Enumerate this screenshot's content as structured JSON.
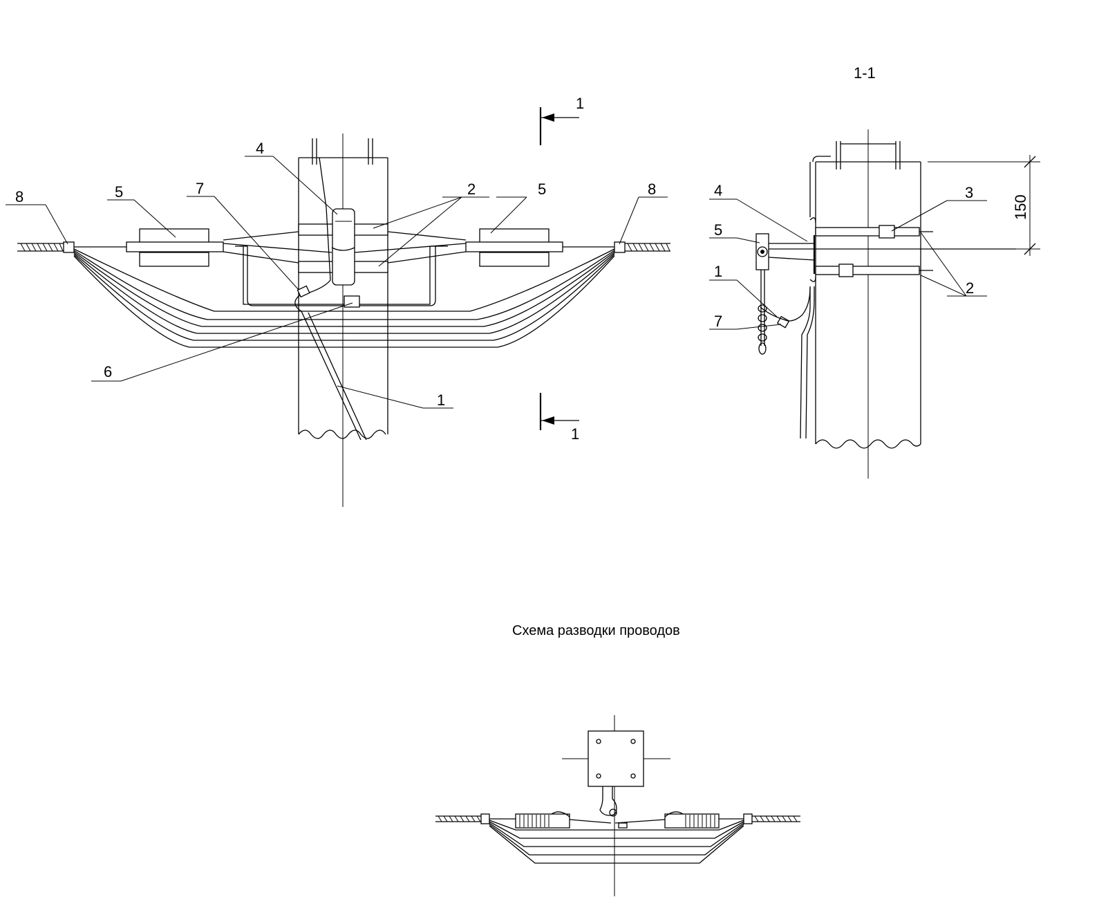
{
  "section_label": "1-1",
  "section_mark_top": "1",
  "section_mark_bottom": "1",
  "dimension": "150",
  "wiring_caption": "Схема разводки проводов",
  "front_view_callouts": {
    "c8_left": "8",
    "c5_left": "5",
    "c7": "7",
    "c4": "4",
    "c2": "2",
    "c5_right": "5",
    "c8_right": "8",
    "c6": "6",
    "c1": "1"
  },
  "side_view_callouts": {
    "c4": "4",
    "c5": "5",
    "c1": "1",
    "c7": "7",
    "c3": "3",
    "c2": "2"
  }
}
